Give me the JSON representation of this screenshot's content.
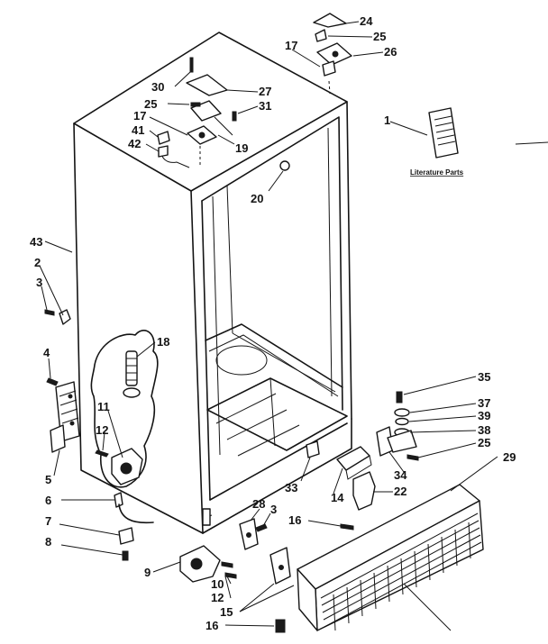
{
  "literature_caption": "Literature Parts",
  "callouts": [
    {
      "id": "c24",
      "text": "24"
    },
    {
      "id": "c25a",
      "text": "25"
    },
    {
      "id": "c26",
      "text": "26"
    },
    {
      "id": "c17a",
      "text": "17"
    },
    {
      "id": "c30",
      "text": "30"
    },
    {
      "id": "c27",
      "text": "27"
    },
    {
      "id": "c25b",
      "text": "25"
    },
    {
      "id": "c31",
      "text": "31"
    },
    {
      "id": "c17b",
      "text": "17"
    },
    {
      "id": "c41",
      "text": "41"
    },
    {
      "id": "c42",
      "text": "42"
    },
    {
      "id": "c19",
      "text": "19"
    },
    {
      "id": "c20",
      "text": "20"
    },
    {
      "id": "c1",
      "text": "1"
    },
    {
      "id": "c43",
      "text": "43"
    },
    {
      "id": "c2",
      "text": "2"
    },
    {
      "id": "c3a",
      "text": "3"
    },
    {
      "id": "c18",
      "text": "18"
    },
    {
      "id": "c4",
      "text": "4"
    },
    {
      "id": "c11",
      "text": "11"
    },
    {
      "id": "c12a",
      "text": "12"
    },
    {
      "id": "c5",
      "text": "5"
    },
    {
      "id": "c35",
      "text": "35"
    },
    {
      "id": "c37",
      "text": "37"
    },
    {
      "id": "c39",
      "text": "39"
    },
    {
      "id": "c38",
      "text": "38"
    },
    {
      "id": "c25c",
      "text": "25"
    },
    {
      "id": "c29",
      "text": "29"
    },
    {
      "id": "c33",
      "text": "33"
    },
    {
      "id": "c14",
      "text": "14"
    },
    {
      "id": "c34",
      "text": "34"
    },
    {
      "id": "c22",
      "text": "22"
    },
    {
      "id": "c6",
      "text": "6"
    },
    {
      "id": "c28",
      "text": "28"
    },
    {
      "id": "c3b",
      "text": "3"
    },
    {
      "id": "c16a",
      "text": "16"
    },
    {
      "id": "c7",
      "text": "7"
    },
    {
      "id": "c8",
      "text": "8"
    },
    {
      "id": "c9",
      "text": "9"
    },
    {
      "id": "c10",
      "text": "10"
    },
    {
      "id": "c12b",
      "text": "12"
    },
    {
      "id": "c15",
      "text": "15"
    },
    {
      "id": "c16b",
      "text": "16"
    }
  ]
}
